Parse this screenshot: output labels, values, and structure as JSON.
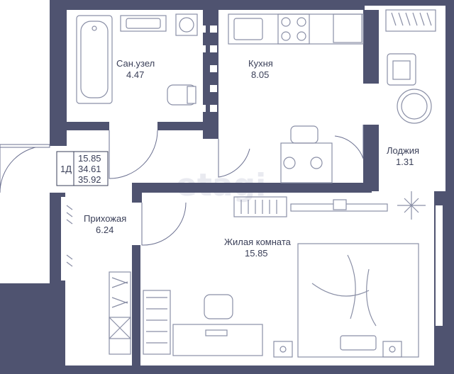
{
  "watermark": "etagi",
  "rooms": {
    "bathroom": {
      "name": "Сан.узел",
      "area": "4.47"
    },
    "kitchen": {
      "name": "Кухня",
      "area": "8.05"
    },
    "loggia": {
      "name": "Лоджия",
      "area": "1.31"
    },
    "hallway": {
      "name": "Прихожая",
      "area": "6.24"
    },
    "living": {
      "name": "Жилая комната",
      "area": "15.85"
    }
  },
  "summary": {
    "type": "1Д",
    "living_area": "15.85",
    "total_area": "34.61",
    "total_with_loggia": "35.92"
  },
  "colors": {
    "wall": "#4f5370",
    "furniture": "#8a8fa6",
    "text": "#3a3f58"
  }
}
